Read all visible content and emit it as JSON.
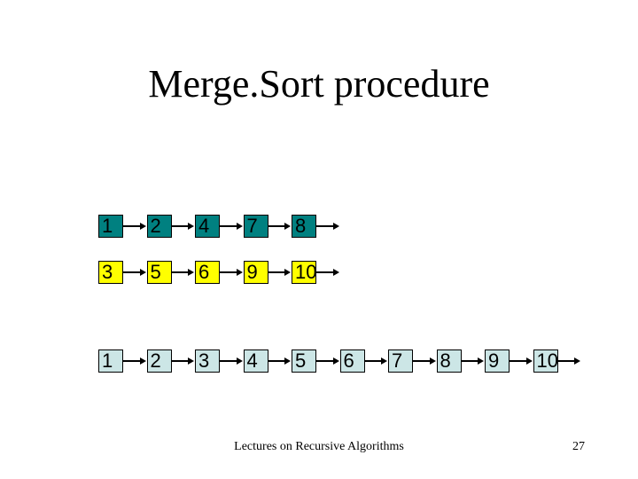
{
  "slide": {
    "title": "Merge.Sort procedure",
    "footer": "Lectures on Recursive Algorithms",
    "page_number": "27"
  },
  "colors": {
    "list_a": "#008080",
    "list_b": "#ffff00",
    "merged": "#cce6e6"
  },
  "lists": [
    {
      "name": "list-a",
      "color": "#008080",
      "values": [
        "1",
        "2",
        "4",
        "7",
        "8"
      ]
    },
    {
      "name": "list-b",
      "color": "#ffff00",
      "values": [
        "3",
        "5",
        "6",
        "9",
        "10"
      ]
    },
    {
      "name": "merged-list",
      "color": "#cce6e6",
      "values": [
        "1",
        "2",
        "3",
        "4",
        "5",
        "6",
        "7",
        "8",
        "9",
        "10"
      ]
    }
  ]
}
